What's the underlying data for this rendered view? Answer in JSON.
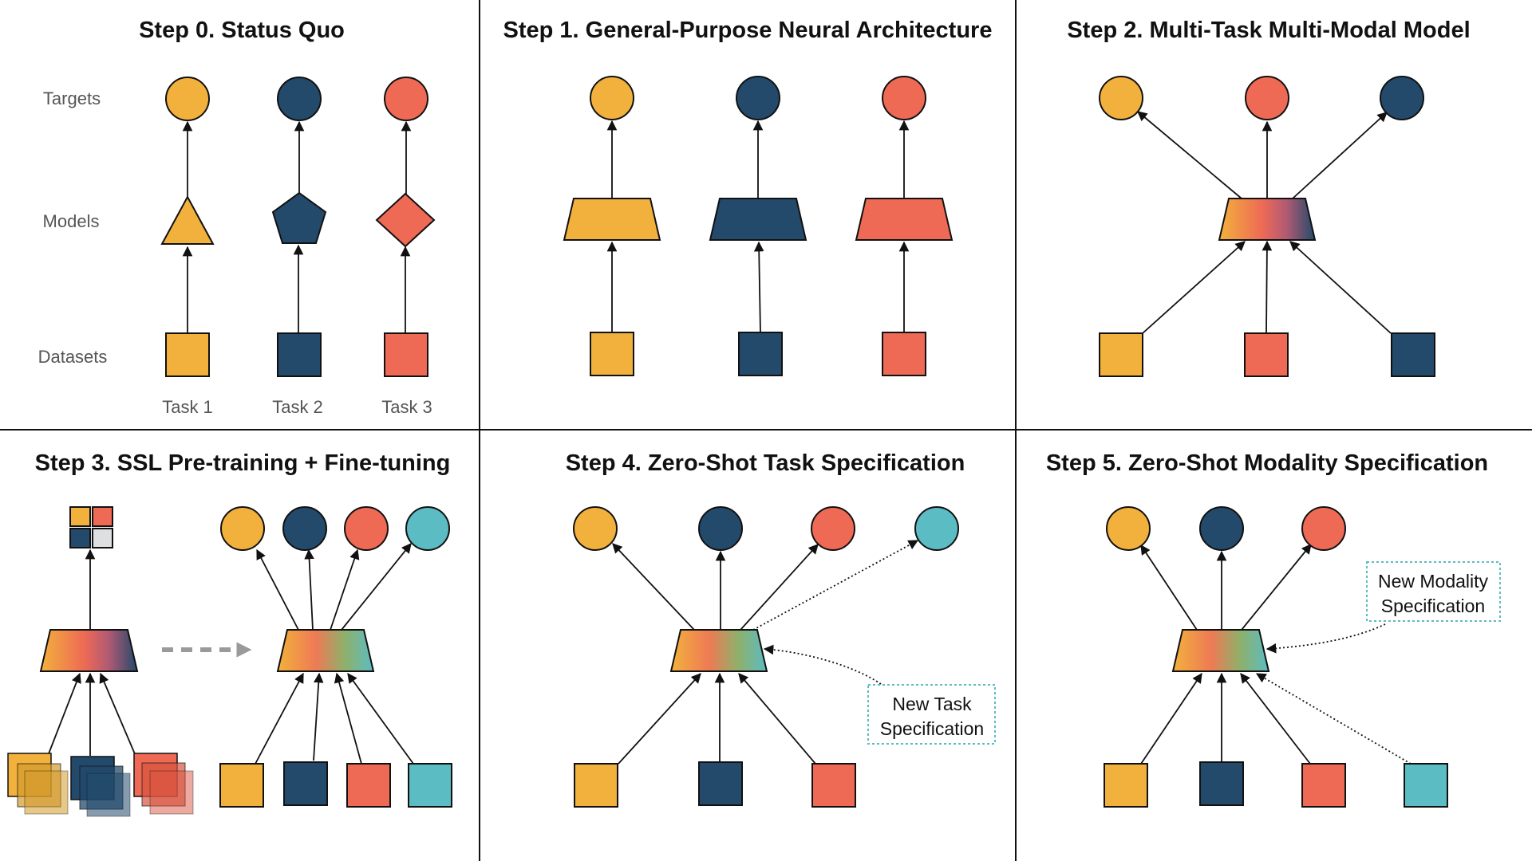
{
  "colors": {
    "orange": "#F2B13C",
    "navy": "#234A6B",
    "red": "#EE6A55",
    "teal": "#5BBCC3",
    "gray": "#DEDFE0",
    "arrow_gray": "#9A9A9A",
    "spec_border": "#5BBCC3"
  },
  "panels": {
    "step0": {
      "title": "Step 0. Status Quo",
      "row_labels": {
        "targets": "Targets",
        "models": "Models",
        "datasets": "Datasets"
      },
      "tasks": [
        "Task 1",
        "Task 2",
        "Task 3"
      ]
    },
    "step1": {
      "title": "Step 1. General-Purpose Neural Architecture"
    },
    "step2": {
      "title": "Step 2. Multi-Task Multi-Modal Model"
    },
    "step3": {
      "title": "Step 3. SSL Pre-training + Fine-tuning"
    },
    "step4": {
      "title": "Step 4. Zero-Shot Task Specification",
      "spec_lines": [
        "New Task",
        "Specification"
      ]
    },
    "step5": {
      "title": "Step 5. Zero-Shot Modality Specification",
      "spec_lines": [
        "New Modality",
        "Specification"
      ]
    }
  }
}
